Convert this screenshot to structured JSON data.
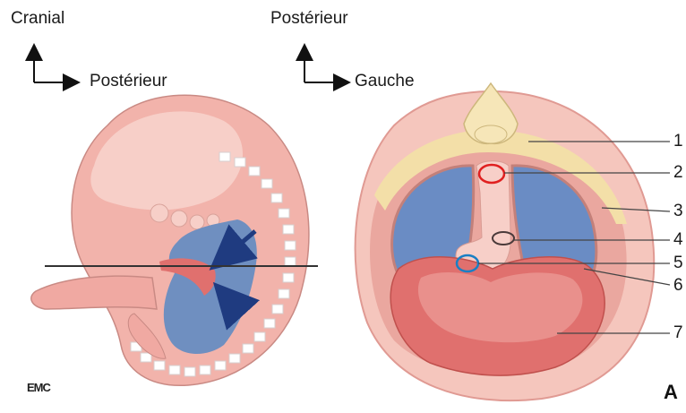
{
  "left_axes": {
    "vertical_label": "Cranial",
    "horizontal_label": "Postérieur"
  },
  "right_axes": {
    "vertical_label": "Postérieur",
    "horizontal_label": "Gauche"
  },
  "callouts": [
    "1",
    "2",
    "3",
    "4",
    "5",
    "6",
    "7"
  ],
  "panel_label": "A",
  "logo_text": "EMC",
  "colors": {
    "skin": "#f2b3ab",
    "skin_light": "#f7cfc8",
    "body_cavity_blue": "#6f8fc0",
    "lung_blue": "#6a8cc4",
    "spine_yellow": "#f3dfa8",
    "heart_red": "#e0706e",
    "circle_red": "#e02020",
    "circle_blue": "#1a7fc4",
    "outline": "#c98a84"
  }
}
